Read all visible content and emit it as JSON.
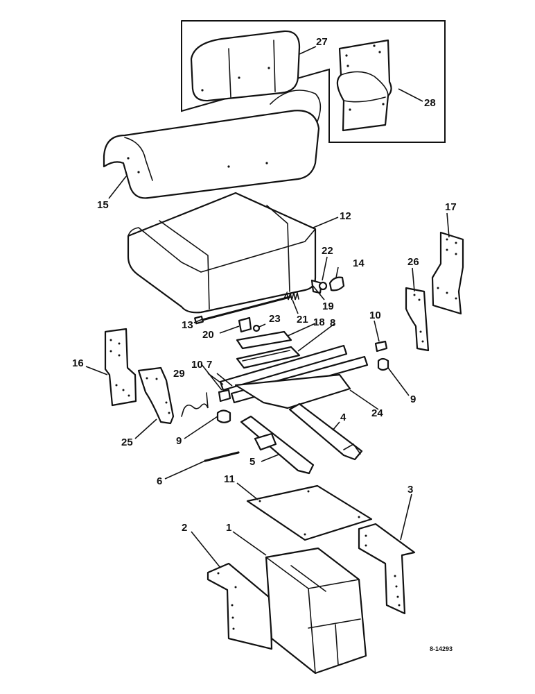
{
  "diagram": {
    "drawing_number": "8-14293",
    "callouts": {
      "c1": "1",
      "c2": "2",
      "c3": "3",
      "c4": "4",
      "c5": "5",
      "c6": "6",
      "c7": "7",
      "c8": "8",
      "c9a": "9",
      "c9b": "9",
      "c10a": "10",
      "c10b": "10",
      "c11": "11",
      "c12": "12",
      "c13": "13",
      "c14": "14",
      "c15": "15",
      "c16": "16",
      "c17": "17",
      "c18": "18",
      "c19": "19",
      "c20": "20",
      "c21": "21",
      "c22": "22",
      "c23": "23",
      "c24": "24",
      "c25": "25",
      "c26": "26",
      "c27": "27",
      "c28": "28",
      "c29": "29"
    }
  }
}
